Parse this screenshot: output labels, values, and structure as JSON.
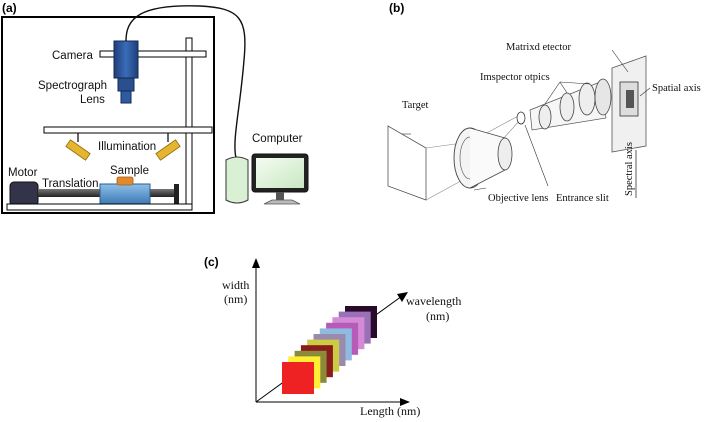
{
  "panels": {
    "a": {
      "label": "(a)",
      "camera": "Camera",
      "spectrograph": "Spectrograph",
      "lens": "Lens",
      "illumination": "Illumination",
      "computer": "Computer",
      "motor": "Motor",
      "sample": "Sample",
      "translation": "Translation"
    },
    "b": {
      "label": "(b)",
      "target": "Target",
      "matrix_detector": "Matrixd etector",
      "inspector_optics": "Imspector otpics",
      "spatial_axis": "Spatial axis",
      "spectral_axis": "Spectral axis",
      "objective_lens": "Objective lens",
      "entrance_slit": "Entrance slit"
    },
    "c": {
      "label": "(c)",
      "y_axis_line1": "width",
      "y_axis_line2": "(nm)",
      "z_axis_line1": "wavelength",
      "z_axis_line2": "(nm)",
      "x_axis": "Length (nm)",
      "band_colors": [
        "#ee2222",
        "#ffee33",
        "#8a8a3a",
        "#8b1a1a",
        "#cccc44",
        "#9a8ab0",
        "#8fbbe0",
        "#b85ab8",
        "#d48ad4",
        "#9a70b8",
        "#2a0a2a"
      ]
    }
  },
  "colors": {
    "camera": "#2e5aa0",
    "table": "#5b93c8",
    "lamp": "#e6b52e",
    "sample": "#e08a30",
    "computer": "#d9f0d4",
    "motor": "#33334a"
  }
}
